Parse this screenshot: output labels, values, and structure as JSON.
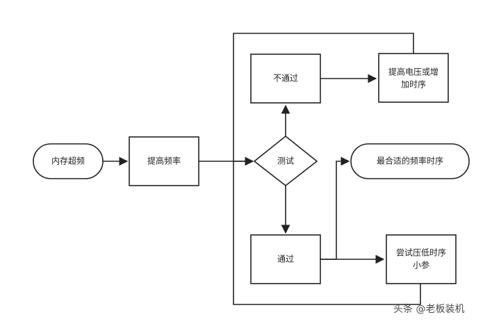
{
  "diagram": {
    "nodes": {
      "overclock": {
        "label": "内存超频",
        "shape": "terminal"
      },
      "raise_freq": {
        "label": "提高频率",
        "shape": "process"
      },
      "test": {
        "label": "测试",
        "shape": "decision"
      },
      "fail": {
        "label": "不通过",
        "shape": "process"
      },
      "raise_voltage": {
        "line1": "提高电压或增",
        "line2": "加时序",
        "shape": "process"
      },
      "pass": {
        "label": "通过",
        "shape": "process"
      },
      "best_timing": {
        "label": "最合适的频率时序",
        "shape": "terminal"
      },
      "try_lower": {
        "line1": "尝试压低时序",
        "line2": "小参",
        "shape": "process"
      }
    },
    "edges": [
      {
        "from": "overclock",
        "to": "raise_freq"
      },
      {
        "from": "raise_freq",
        "to": "test"
      },
      {
        "from": "test",
        "to": "fail"
      },
      {
        "from": "test",
        "to": "pass"
      },
      {
        "from": "fail",
        "to": "raise_voltage"
      },
      {
        "from": "raise_voltage",
        "to": "test"
      },
      {
        "from": "pass",
        "to": "best_timing"
      },
      {
        "from": "pass",
        "to": "try_lower"
      },
      {
        "from": "try_lower",
        "to": "test"
      }
    ],
    "colors": {
      "stroke": "#222222",
      "fill": "#ffffff",
      "text": "#222222"
    }
  },
  "watermark": {
    "text": "头条 @老板装机"
  }
}
